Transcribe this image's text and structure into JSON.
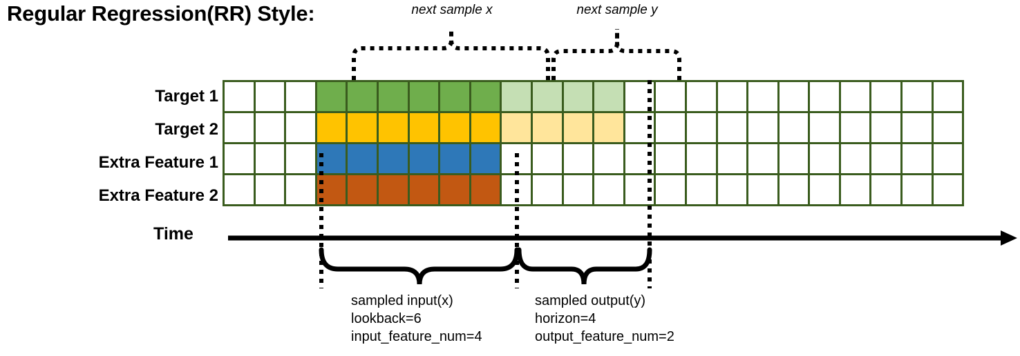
{
  "title": "Regular Regression(RR) Style:",
  "annotations": {
    "next_sample_x": "next sample x",
    "next_sample_y": "next sample y"
  },
  "rows": [
    {
      "label": "Target 1",
      "key": "target-1"
    },
    {
      "label": "Target 2",
      "key": "target-2"
    },
    {
      "label": "Extra Feature 1",
      "key": "extra-feature-1"
    },
    {
      "label": "Extra Feature 2",
      "key": "extra-feature-2"
    }
  ],
  "axis": {
    "label": "Time"
  },
  "captions": {
    "input": {
      "line1": "sampled input(x)",
      "line2": "lookback=6",
      "line3": "input_feature_num=4"
    },
    "output": {
      "line1": "sampled output(y)",
      "line2": "horizon=4",
      "line3": "output_feature_num=2"
    }
  },
  "colors": {
    "grid_border": "#3a5c1e",
    "green": "#6fae4c",
    "green_light": "#c5dfb4",
    "yellow": "#ffc300",
    "yellow_light": "#ffe59b",
    "blue": "#2e78b8",
    "orange": "#c25812",
    "empty": "#ffffff"
  },
  "chart_data": {
    "type": "heatmap",
    "title": "Regular Regression(RR) Style:",
    "total_columns": 24,
    "lookback": 6,
    "horizon": 4,
    "input_feature_num": 4,
    "output_feature_num": 2,
    "lookback_start_column": 4,
    "lookback_end_column": 9,
    "horizon_start_column": 10,
    "horizon_end_column": 13,
    "row_labels": [
      "Target 1",
      "Target 2",
      "Extra Feature 1",
      "Extra Feature 2"
    ],
    "cells": [
      [
        "empty",
        "empty",
        "empty",
        "green",
        "green",
        "green",
        "green",
        "green",
        "green",
        "green_light",
        "green_light",
        "green_light",
        "green_light",
        "empty",
        "empty",
        "empty",
        "empty",
        "empty",
        "empty",
        "empty",
        "empty",
        "empty",
        "empty",
        "empty"
      ],
      [
        "empty",
        "empty",
        "empty",
        "yellow",
        "yellow",
        "yellow",
        "yellow",
        "yellow",
        "yellow",
        "yellow_light",
        "yellow_light",
        "yellow_light",
        "yellow_light",
        "empty",
        "empty",
        "empty",
        "empty",
        "empty",
        "empty",
        "empty",
        "empty",
        "empty",
        "empty",
        "empty"
      ],
      [
        "empty",
        "empty",
        "empty",
        "blue",
        "blue",
        "blue",
        "blue",
        "blue",
        "blue",
        "empty",
        "empty",
        "empty",
        "empty",
        "empty",
        "empty",
        "empty",
        "empty",
        "empty",
        "empty",
        "empty",
        "empty",
        "empty",
        "empty",
        "empty"
      ],
      [
        "empty",
        "empty",
        "empty",
        "orange",
        "orange",
        "orange",
        "orange",
        "orange",
        "orange",
        "empty",
        "empty",
        "empty",
        "empty",
        "empty",
        "empty",
        "empty",
        "empty",
        "empty",
        "empty",
        "empty",
        "empty",
        "empty",
        "empty",
        "empty"
      ]
    ]
  }
}
